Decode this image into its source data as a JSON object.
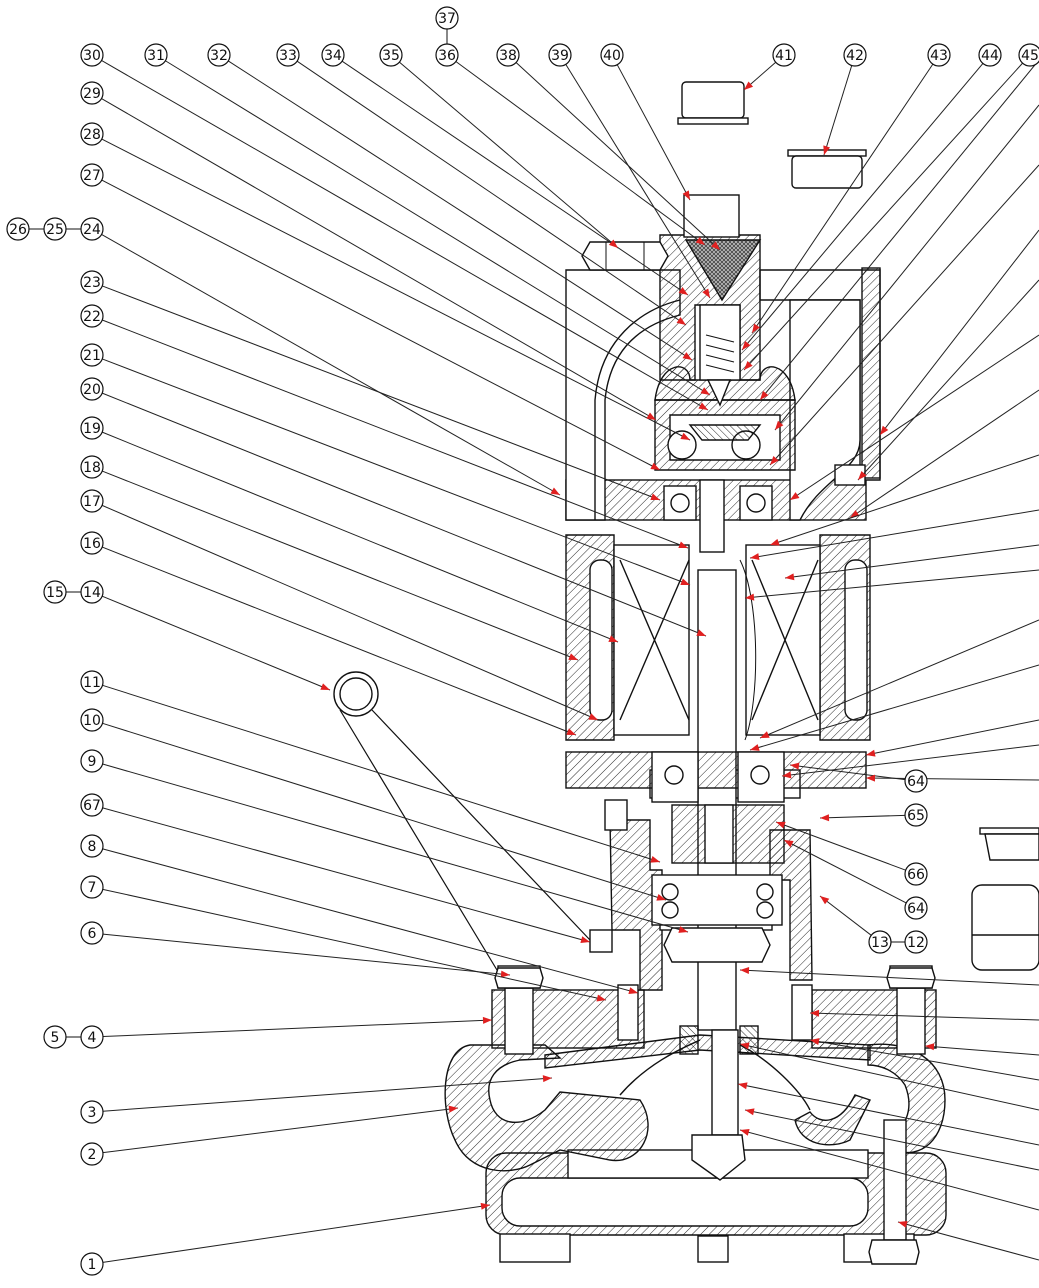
{
  "drawing": {
    "colors": {
      "line": "#111111",
      "leader": "#222222",
      "arrow": "#e02020",
      "screen": "#555555"
    },
    "balloons": [
      {
        "id": "b1",
        "label": "1"
      },
      {
        "id": "b2",
        "label": "2"
      },
      {
        "id": "b3",
        "label": "3"
      },
      {
        "id": "b4",
        "label": "4"
      },
      {
        "id": "b5",
        "label": "5"
      },
      {
        "id": "b6",
        "label": "6"
      },
      {
        "id": "b7",
        "label": "7"
      },
      {
        "id": "b8",
        "label": "8"
      },
      {
        "id": "b67",
        "label": "67"
      },
      {
        "id": "b9",
        "label": "9"
      },
      {
        "id": "b10",
        "label": "10"
      },
      {
        "id": "b11",
        "label": "11"
      },
      {
        "id": "b14",
        "label": "14"
      },
      {
        "id": "b15",
        "label": "15"
      },
      {
        "id": "b16",
        "label": "16"
      },
      {
        "id": "b17",
        "label": "17"
      },
      {
        "id": "b18",
        "label": "18"
      },
      {
        "id": "b19",
        "label": "19"
      },
      {
        "id": "b20",
        "label": "20"
      },
      {
        "id": "b21",
        "label": "21"
      },
      {
        "id": "b22",
        "label": "22"
      },
      {
        "id": "b23",
        "label": "23"
      },
      {
        "id": "b24",
        "label": "24"
      },
      {
        "id": "b25",
        "label": "25"
      },
      {
        "id": "b26",
        "label": "26"
      },
      {
        "id": "b27",
        "label": "27"
      },
      {
        "id": "b28",
        "label": "28"
      },
      {
        "id": "b29",
        "label": "29"
      },
      {
        "id": "b30",
        "label": "30"
      },
      {
        "id": "b31",
        "label": "31"
      },
      {
        "id": "b32",
        "label": "32"
      },
      {
        "id": "b33",
        "label": "33"
      },
      {
        "id": "b34",
        "label": "34"
      },
      {
        "id": "b35",
        "label": "35"
      },
      {
        "id": "b36",
        "label": "36"
      },
      {
        "id": "b37",
        "label": "37"
      },
      {
        "id": "b38",
        "label": "38"
      },
      {
        "id": "b39",
        "label": "39"
      },
      {
        "id": "b40",
        "label": "40"
      },
      {
        "id": "b41",
        "label": "41"
      },
      {
        "id": "b42",
        "label": "42"
      },
      {
        "id": "b43",
        "label": "43"
      },
      {
        "id": "b44",
        "label": "44"
      },
      {
        "id": "b45",
        "label": "45"
      },
      {
        "id": "b64a",
        "label": "64"
      },
      {
        "id": "b65",
        "label": "65"
      },
      {
        "id": "b66",
        "label": "66"
      },
      {
        "id": "b64b",
        "label": "64"
      },
      {
        "id": "b13",
        "label": "13"
      },
      {
        "id": "b12",
        "label": "12"
      }
    ]
  }
}
